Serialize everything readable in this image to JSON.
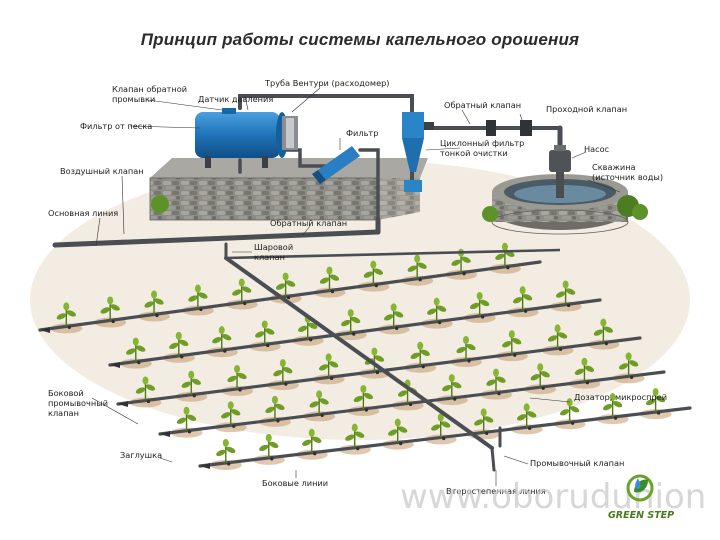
{
  "title": "Принцип работы системы капельного орошения",
  "labels": {
    "backwash_valve": [
      "Клапан обратной",
      "промывки"
    ],
    "pressure_sensor": "Датчик давления",
    "venturi": "Труба Вентури (расходомер)",
    "sand_filter": "Фильтр от песка",
    "filter": "Фильтр",
    "check_valve_top": "Обратный клапан",
    "pass_valve": "Проходной клапан",
    "cyclone_filter": [
      "Циклонный фильтр",
      "тонкой очистки"
    ],
    "pump": "Насос",
    "well": [
      "Скважина",
      "(источник воды)"
    ],
    "air_valve": "Воздушный клапан",
    "main_line": "Основная линия",
    "check_valve_bottom": "Обратный клапан",
    "ball_valve": [
      "Шаровой",
      "клапан"
    ],
    "side_flush_valve": [
      "Боковой",
      "промывочный",
      "клапан"
    ],
    "dripper": "Дозатор, микроспрей",
    "plug": "Заглушка",
    "side_lines": "Боковые линии",
    "flush_valve": "Промывочный клапан",
    "secondary_line": "Второстепенная линия"
  },
  "watermark": "www.oborudunion",
  "logo": {
    "text": "GREEN STEP",
    "colors": {
      "ring": "#6aa22a",
      "leaf": "#3c8c2c",
      "drop": "#3a8fd6"
    }
  },
  "colors": {
    "pipe": "#4a4d52",
    "soil": "#c9ab83",
    "plant": "#6e9c24",
    "tank": "#1f73b8",
    "stone": "#8b8a84"
  }
}
